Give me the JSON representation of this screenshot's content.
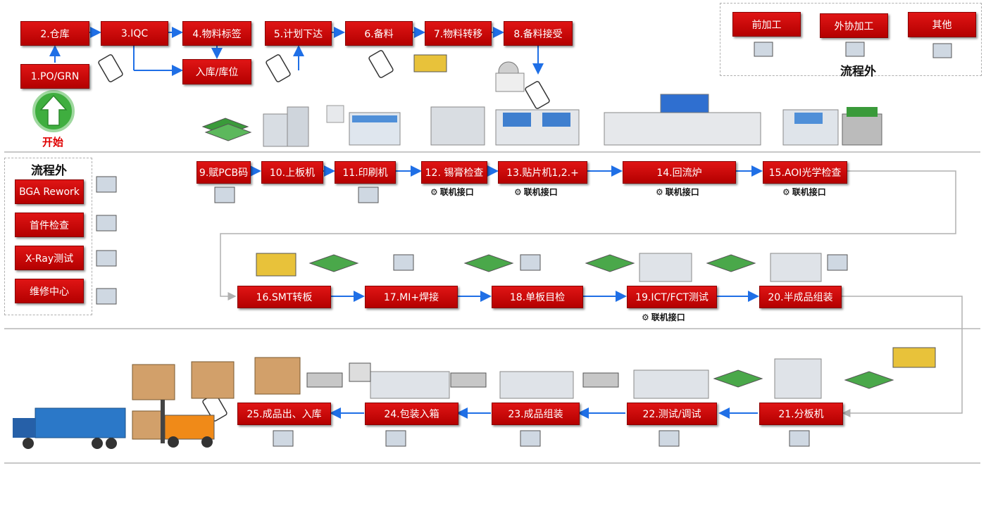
{
  "top": {
    "start_label": "开始",
    "steps": [
      {
        "id": "s1",
        "label": "1.PO/GRN"
      },
      {
        "id": "s2",
        "label": "2.仓库"
      },
      {
        "id": "s3",
        "label": "3.IQC"
      },
      {
        "id": "s4",
        "label": "4.物料标签"
      },
      {
        "id": "s4b",
        "label": "入库/库位"
      },
      {
        "id": "s5",
        "label": "5.计划下达"
      },
      {
        "id": "s6",
        "label": "6.备料"
      },
      {
        "id": "s7",
        "label": "7.物料转移"
      },
      {
        "id": "s8",
        "label": "8.备料接受"
      }
    ],
    "outside": {
      "title": "流程外",
      "items": [
        "前加工",
        "外协加工",
        "其他"
      ]
    }
  },
  "middle": {
    "outside": {
      "title": "流程外",
      "items": [
        "BGA Rework",
        "首件检查",
        "X-Ray测试",
        "维修中心"
      ]
    },
    "steps": [
      {
        "id": "s9",
        "label": "9.赋PCB码"
      },
      {
        "id": "s10",
        "label": "10.上板机"
      },
      {
        "id": "s11",
        "label": "11.印刷机"
      },
      {
        "id": "s12",
        "label": "12. 锡膏检查"
      },
      {
        "id": "s13",
        "label": "13.贴片机1,2.+"
      },
      {
        "id": "s14",
        "label": "14.回流炉"
      },
      {
        "id": "s15",
        "label": "15.AOI光学检查"
      },
      {
        "id": "s16",
        "label": "16.SMT转板"
      },
      {
        "id": "s17",
        "label": "17.MI+焊接"
      },
      {
        "id": "s18",
        "label": "18.单板目检"
      },
      {
        "id": "s19",
        "label": "19.ICT/FCT测试"
      },
      {
        "id": "s20",
        "label": "20.半成品组装"
      }
    ],
    "interface_label": "联机接口"
  },
  "bottom": {
    "steps": [
      {
        "id": "s21",
        "label": "21.分板机"
      },
      {
        "id": "s22",
        "label": "22.测试/调试"
      },
      {
        "id": "s23",
        "label": "23.成品组装"
      },
      {
        "id": "s24",
        "label": "24.包装入箱"
      },
      {
        "id": "s25",
        "label": "25.成品出、入库"
      }
    ]
  },
  "colors": {
    "box": "#c80000",
    "arrow": "#1f6fe6",
    "loop": "#b0b0b0"
  }
}
